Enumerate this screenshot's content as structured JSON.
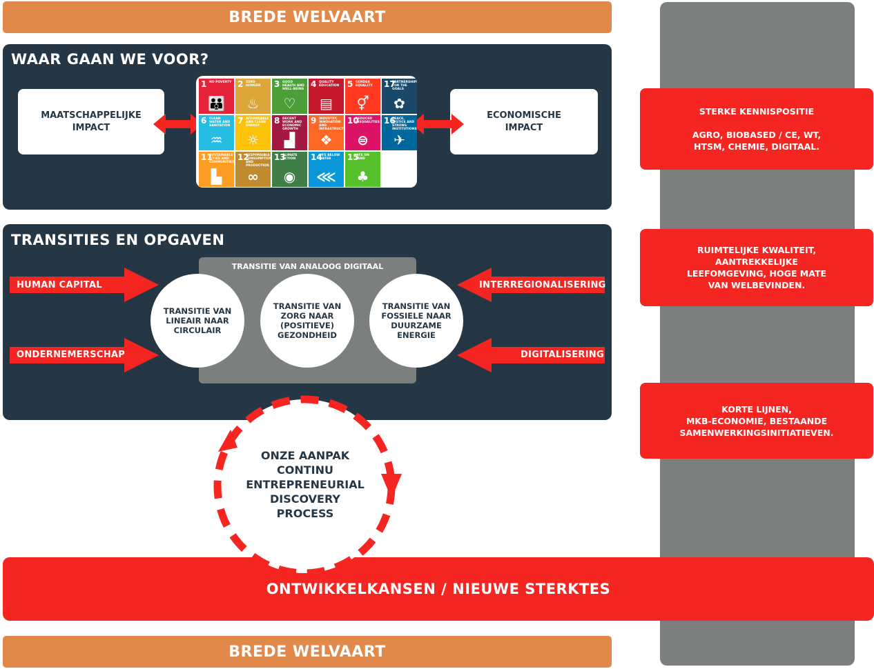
{
  "top_banner": "BREDE WELVAART",
  "bottom_banner": "BREDE WELVAART",
  "section1": {
    "title": "WAAR GAAN WE VOOR?",
    "left_box": "MAATSCHAPPELIJKE IMPACT",
    "right_box": "ECONOMISCHE IMPACT"
  },
  "sdg": [
    {
      "num": "1",
      "label": "NO POVERTY",
      "color": "#e5243b",
      "icon": "people-icon",
      "glyph": "👪"
    },
    {
      "num": "2",
      "label": "ZERO HUNGER",
      "color": "#dda63a",
      "icon": "bowl-icon",
      "glyph": "♨"
    },
    {
      "num": "3",
      "label": "GOOD HEALTH AND WELL-BEING",
      "color": "#4c9f38",
      "icon": "heartbeat-icon",
      "glyph": "♡"
    },
    {
      "num": "4",
      "label": "QUALITY EDUCATION",
      "color": "#c5192d",
      "icon": "book-icon",
      "glyph": "▤"
    },
    {
      "num": "5",
      "label": "GENDER EQUALITY",
      "color": "#ff3a21",
      "icon": "gender-icon",
      "glyph": "⚥"
    },
    {
      "num": "17",
      "label": "PARTNERSHIPS FOR THE GOALS",
      "color": "#19486a",
      "icon": "rings-icon",
      "glyph": "✿"
    },
    {
      "num": "6",
      "label": "CLEAN WATER AND SANITATION",
      "color": "#26bde2",
      "icon": "water-icon",
      "glyph": "♒"
    },
    {
      "num": "7",
      "label": "AFFORDABLE AND CLEAN ENERGY",
      "color": "#fcc30b",
      "icon": "sun-icon",
      "glyph": "☼"
    },
    {
      "num": "8",
      "label": "DECENT WORK AND ECONOMIC GROWTH",
      "color": "#a21942",
      "icon": "growth-chart-icon",
      "glyph": "▟"
    },
    {
      "num": "9",
      "label": "INDUSTRY, INNOVATION AND INFRASTRUCTURE",
      "color": "#fd6925",
      "icon": "cubes-icon",
      "glyph": "❖"
    },
    {
      "num": "10",
      "label": "REDUCED INEQUALITIES",
      "color": "#dd1367",
      "icon": "equal-icon",
      "glyph": "⊜"
    },
    {
      "num": "16",
      "label": "PEACE, JUSTICE AND STRONG INSTITUTIONS",
      "color": "#00689d",
      "icon": "dove-icon",
      "glyph": "✈"
    },
    {
      "num": "11",
      "label": "SUSTAINABLE CITIES AND COMMUNITIES",
      "color": "#fd9d24",
      "icon": "city-icon",
      "glyph": "▙"
    },
    {
      "num": "12",
      "label": "RESPONSIBLE CONSUMPTION AND PRODUCTION",
      "color": "#bf8b2e",
      "icon": "infinity-icon",
      "glyph": "∞"
    },
    {
      "num": "13",
      "label": "CLIMATE ACTION",
      "color": "#3f7e44",
      "icon": "eye-icon",
      "glyph": "◉"
    },
    {
      "num": "14",
      "label": "LIFE BELOW WATER",
      "color": "#0a97d9",
      "icon": "fish-icon",
      "glyph": "⋘"
    },
    {
      "num": "15",
      "label": "LIFE ON LAND",
      "color": "#56c02b",
      "icon": "tree-icon",
      "glyph": "♣"
    }
  ],
  "section2": {
    "title": "TRANSITIES EN OPGAVEN",
    "gray_box_title": "TRANSITIE VAN ANALOOG DIGITAAL",
    "left_arrow_1": "HUMAN CAPITAL",
    "left_arrow_2": "ONDERNEMERSCHAP",
    "right_arrow_1": "INTERREGIONALISERING",
    "right_arrow_2": "DIGITALISERING",
    "circle_1": "TRANSITIE VAN LINEAIR NAAR CIRCULAIR",
    "circle_2": "TRANSITIE VAN ZORG NAAR (POSITIEVE) GEZONDHEID",
    "circle_3": "TRANSITIE VAN FOSSIELE NAAR DUURZAME ENERGIE"
  },
  "approach": [
    "ONZE AANPAK",
    "CONTINU",
    "ENTREPRENEURIAL",
    "DISCOVERY",
    "PROCESS"
  ],
  "bottom_bar": "ONTWIKKELKANSEN / NIEUWE STERKTES",
  "right_boxes": {
    "box1_line1": "STERKE KENNISPOSITIE",
    "box1_line2": "AGRO, BIOBASED / CE, WT,",
    "box1_line3": "HTSM, CHEMIE, DIGITAAL.",
    "box2_line1": "RUIMTELIJKE KWALITEIT,",
    "box2_line2": "AANTREKKELIJKE",
    "box2_line3": "LEEFOMGEVING, HOGE MATE",
    "box2_line4": "VAN WELBEVINDEN.",
    "box3_line1": "KORTE LIJNEN,",
    "box3_line2": "MKB-ECONOMIE, BESTAANDE",
    "box3_line3": "SAMENWERKINGSINITIATIEVEN."
  },
  "colors": {
    "orange": "#e0894a",
    "navy": "#253745",
    "red": "#f52521",
    "gray": "#7b807f"
  }
}
